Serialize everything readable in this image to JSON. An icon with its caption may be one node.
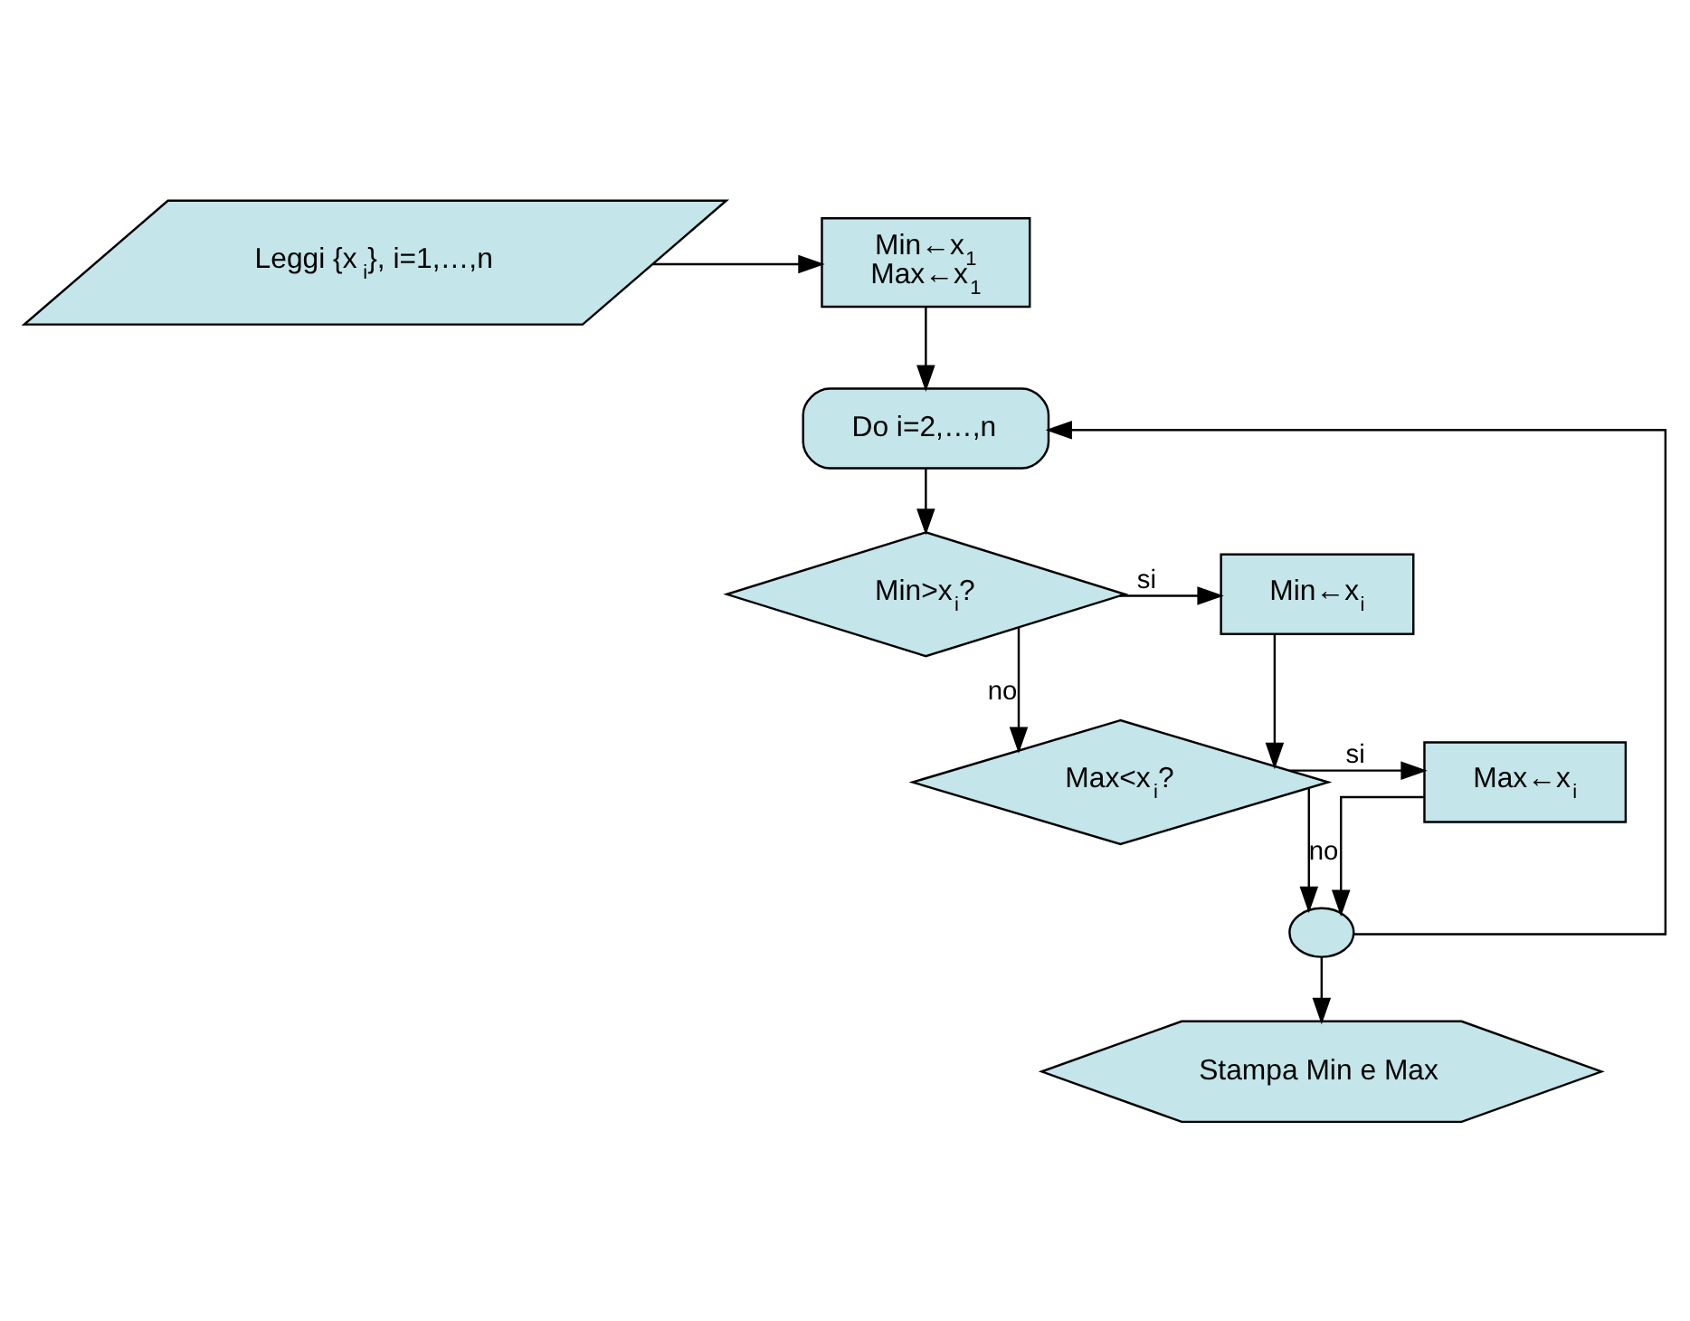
{
  "diagram": {
    "nodes": [
      {
        "text": [
          "Leggi {x$_{i}$}, i=1,…,n"
        ]
      },
      {
        "text": [
          "Min←x$_{1}$",
          "Max←x$_{1}$"
        ]
      },
      {
        "text": [
          "Do i=2,…,n"
        ]
      },
      {
        "text": [
          "Min>x$_{i}$?"
        ]
      },
      {
        "text": [
          "Min←x$_{i}$"
        ]
      },
      {
        "text": [
          "Max<x$_{i}$?"
        ]
      },
      {
        "text": [
          "Max←x$_{i}$"
        ]
      },
      {
        "text": [],
        "shape": "circle"
      },
      {
        "text": [
          "Stampa Min e Max"
        ]
      }
    ],
    "edges": [
      {
        "from": 0,
        "to": 1,
        "arrow": "to"
      },
      {
        "from": 1,
        "to": 2,
        "arrow": "to"
      },
      {
        "from": 2,
        "to": 3,
        "arrow": "to"
      },
      {
        "from": 3,
        "to": 4,
        "arrow": "to",
        "label": "si"
      },
      {
        "from": 3,
        "to": 5,
        "arrow": "to",
        "label": "no"
      },
      {
        "from": 4,
        "to": 5,
        "arrow": "to"
      },
      {
        "from": 5,
        "to": 6,
        "arrow": "to",
        "label": "si"
      },
      {
        "from": 5,
        "to": 7,
        "arrow": "to",
        "label": "no"
      },
      {
        "from": 6,
        "to": 7,
        "arrow": "to"
      },
      {
        "from": 7,
        "to": 2,
        "arrow": "to"
      },
      {
        "from": 7,
        "to": 8,
        "arrow": "to"
      }
    ]
  }
}
